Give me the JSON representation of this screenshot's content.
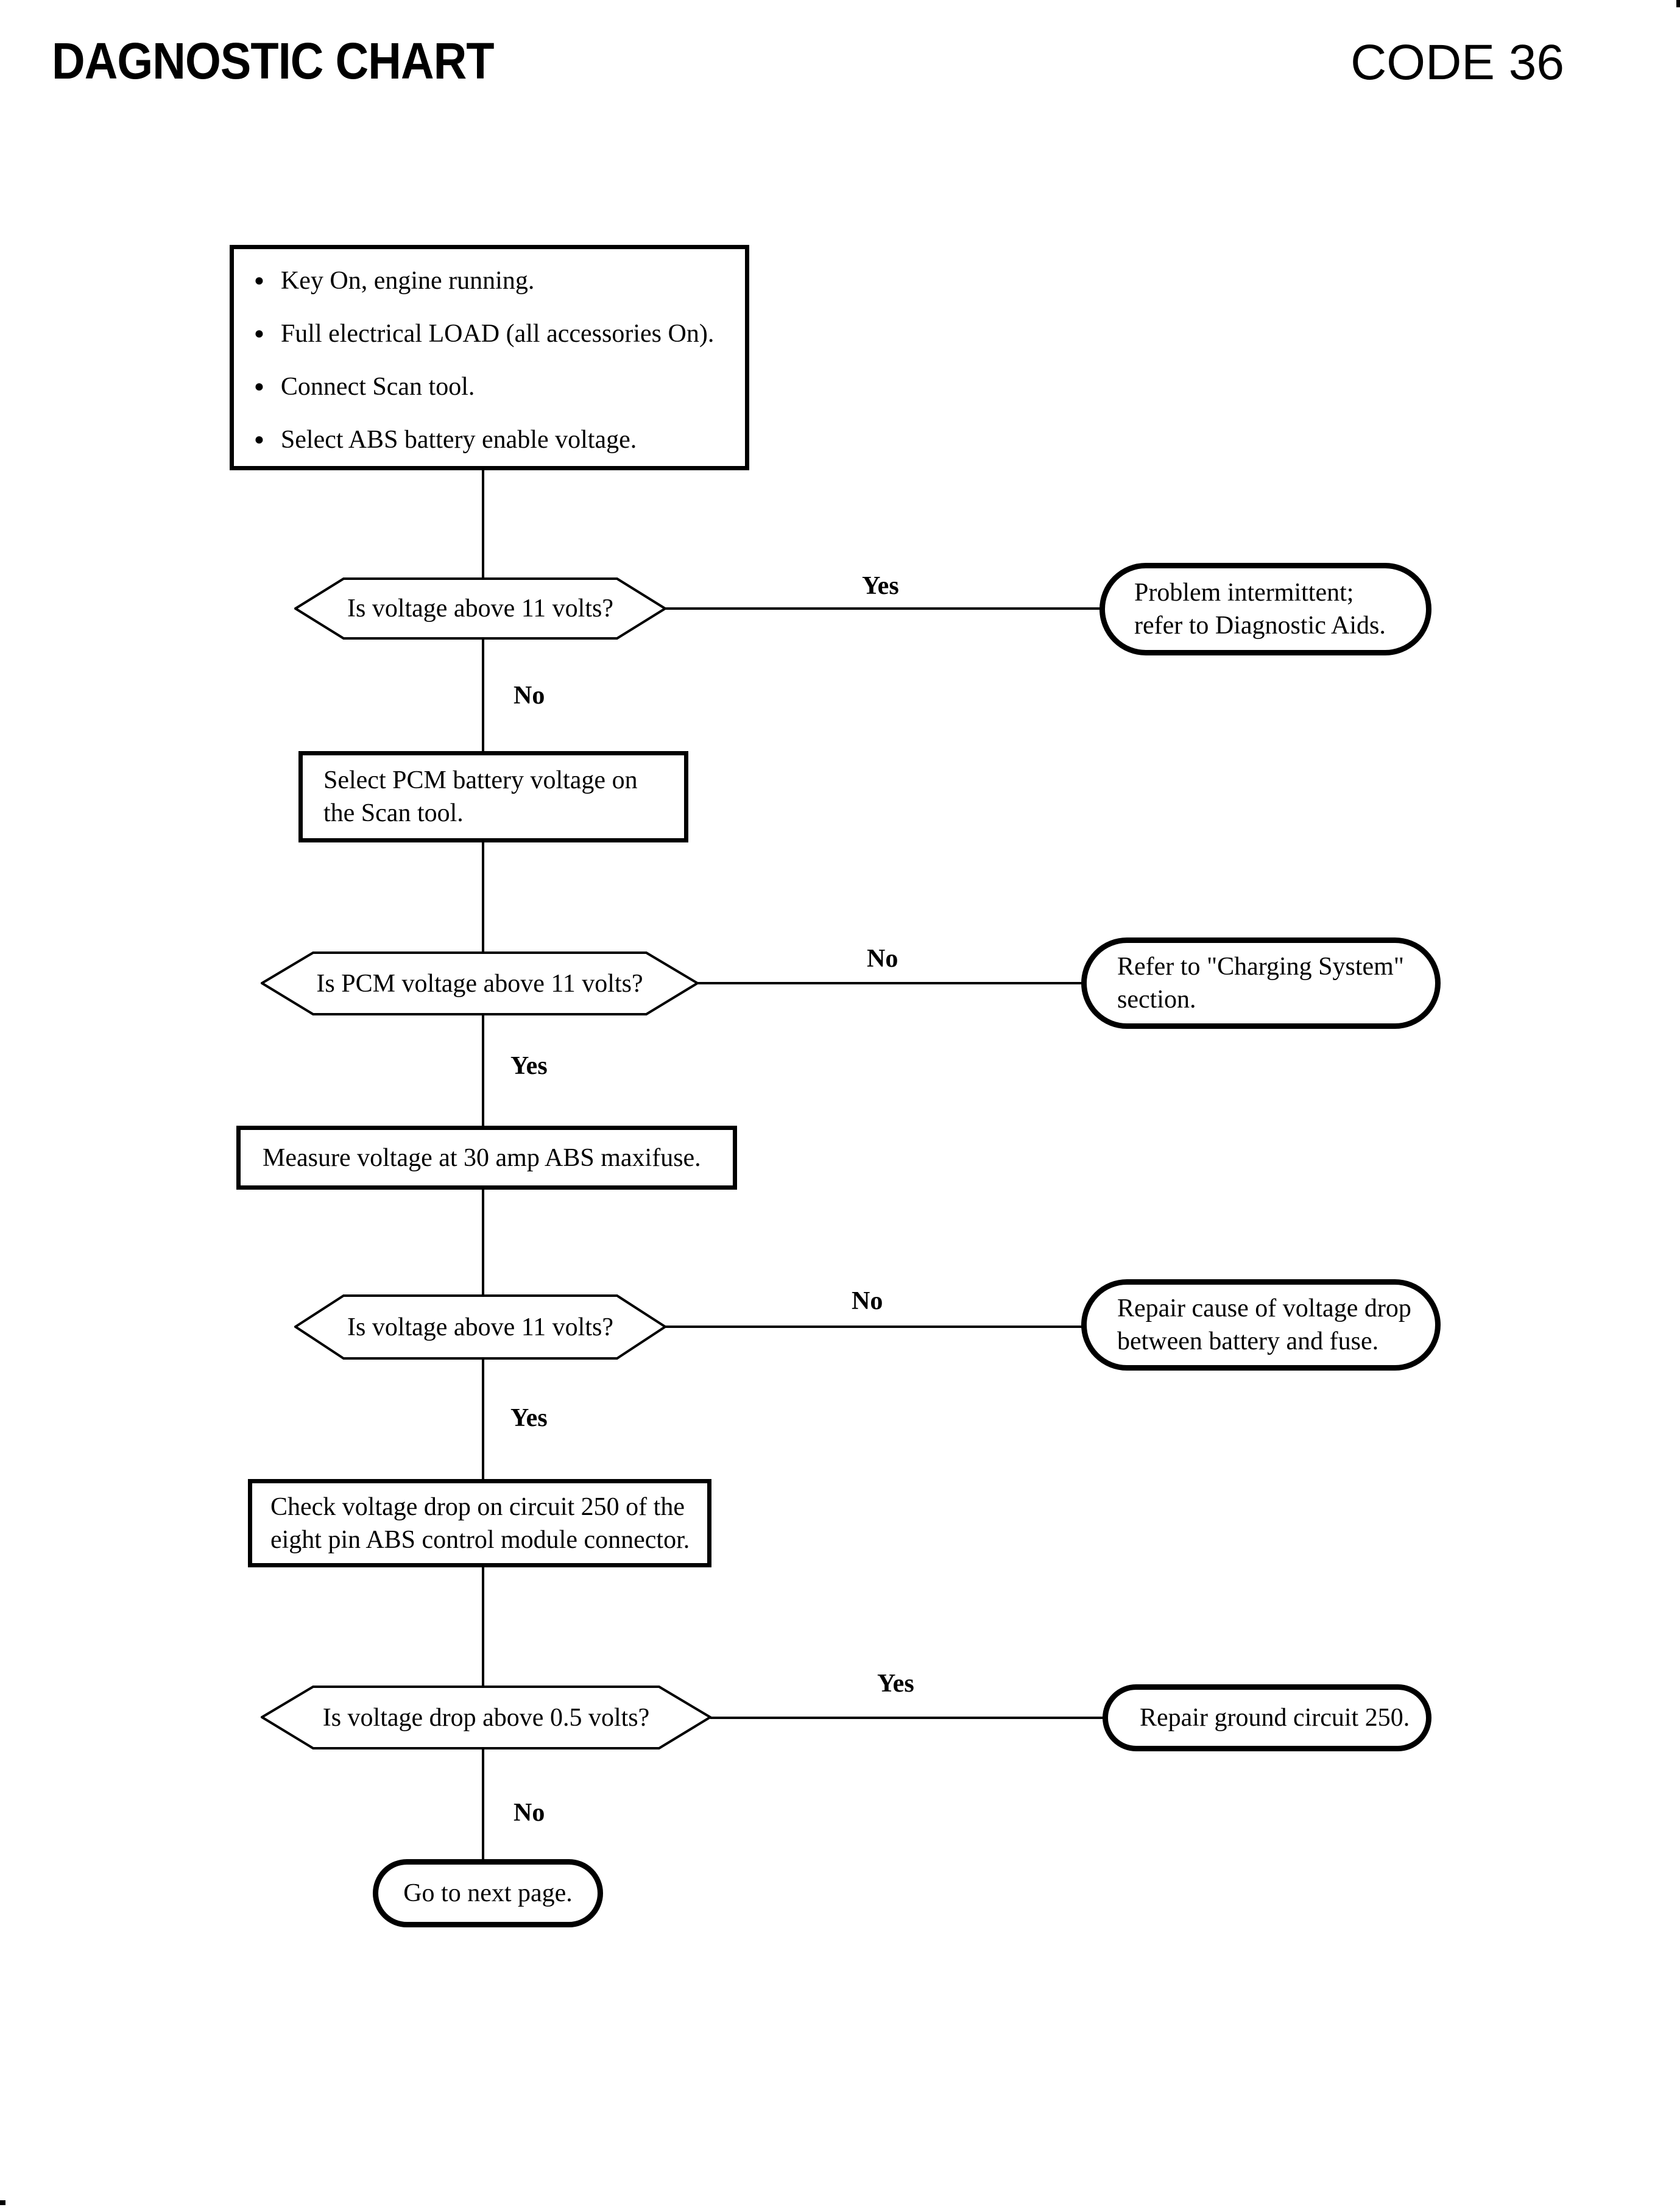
{
  "header": {
    "title": "DAGNOSTIC CHART",
    "code": "CODE 36"
  },
  "flow": {
    "start": {
      "items": [
        "Key On, engine running.",
        "Full electrical LOAD (all accessories On).",
        "Connect Scan tool.",
        "Select ABS battery enable voltage."
      ]
    },
    "d1": {
      "question": "Is voltage above 11 volts?",
      "yes_label": "Yes",
      "no_label": "No"
    },
    "t1": {
      "line1": "Problem intermittent;",
      "line2": "refer to Diagnostic Aids."
    },
    "p1": {
      "line1": "Select PCM battery voltage on",
      "line2": "the Scan tool."
    },
    "d2": {
      "question": "Is PCM voltage above 11 volts?",
      "no_label": "No",
      "yes_label": "Yes"
    },
    "t2": {
      "line1": "Refer to \"Charging System\"",
      "line2": "section."
    },
    "p2": {
      "line1": "Measure voltage at 30 amp ABS maxifuse."
    },
    "d3": {
      "question": "Is voltage above 11 volts?",
      "no_label": "No",
      "yes_label": "Yes"
    },
    "t3": {
      "line1": "Repair cause of voltage drop",
      "line2": "between battery and fuse."
    },
    "p3": {
      "line1": "Check voltage drop on circuit 250 of the",
      "line2": "eight pin ABS control module connector."
    },
    "d4": {
      "question": "Is voltage drop above 0.5 volts?",
      "yes_label": "Yes",
      "no_label": "No"
    },
    "t4": {
      "line1": "Repair ground circuit 250."
    },
    "t5": {
      "line1": "Go to next page."
    }
  }
}
